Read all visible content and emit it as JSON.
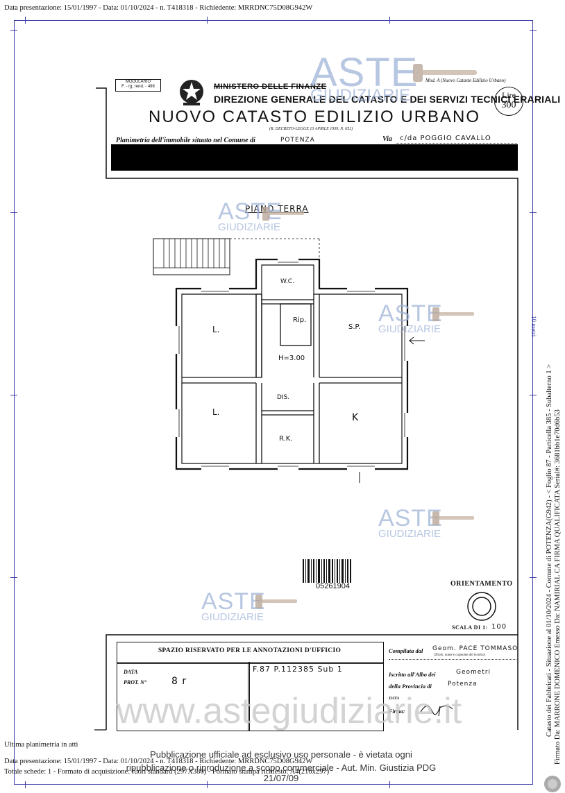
{
  "top_header": "Data presentazione: 15/01/1997 - Data: 01/10/2024 - n. T418318 - Richiedente: MRRDNC75D08G942W",
  "form": {
    "modulario": "MODULARIO",
    "modulario_sub": "F. - rg. rend. - 498",
    "mod_a": "Mod. A (Nuovo Catasto Edilizio Urbano)",
    "ministero": "MINISTERO DELLE FINANZE",
    "direzione": "DIREZIONE GENERALE DEL CATASTO E DEI SERVIZI TECNICI ERARIALI",
    "title": "NUOVO CATASTO EDILIZIO URBANO",
    "decreto": "(R. DECRETO-LEGGE 13 APRILE 1939, N. 652)",
    "lire_label": "Lire",
    "lire_value": "300",
    "planimetria_label": "Planimetria dell'immobile situato nel Comune di",
    "comune": "POTENZA",
    "via_label": "Via",
    "via_value": "c/da POGGIO CAVALLO"
  },
  "plan": {
    "floor_title": "PIANO TERRA",
    "rooms": {
      "wc": "W.C.",
      "rip": "Rip.",
      "l1": "L.",
      "sp": "S.P.",
      "height": "H=3.00",
      "dis": "DIS.",
      "l2": "L.",
      "k": "K",
      "rk": "R.K."
    },
    "barcode_number": "05261904",
    "orientamento": "ORIENTAMENTO",
    "scala_label": "SCALA DI 1:",
    "scala_value": "100"
  },
  "office": {
    "spazio": "SPAZIO RISERVATO PER LE ANNOTAZIONI D'UFFICIO",
    "data_label": "DATA",
    "prot_label": "PROT. N°",
    "prot_value": "8 r",
    "ref": "F.87 P.112385 Sub 1",
    "compilata_label": "Compilata dal",
    "compilata_value": "Geom. PACE TOMMASO",
    "compilata_sub": "(Titolo, nome e cognome del tecnico)",
    "iscritto_label": "Iscritto all'Albo dei",
    "iscritto_value": "Geometri",
    "provincia_label": "della Provincia di",
    "provincia_value": "Potenza",
    "data2_label": "DATA",
    "firma_label": "Firma:"
  },
  "watermarks": {
    "aste": "ASTE",
    "giudiziarie": "GIUDIZIARIE",
    "site": "www.astegiudiziarie.it"
  },
  "footer": {
    "ultima": "Ultima planimetria in atti",
    "data_line": "Data presentazione: 15/01/1997 - Data: 01/10/2024 - n. T418318 - Richiedente: MRRDNC75D08G942W",
    "totale": "Totale schede: 1 - Formato di acquisizione: fuori standard (297X386) - Formato stampa richiesto: A4(210x297)",
    "pubblicazione_1": "Pubblicazione ufficiale ad esclusivo uso personale - è vietata ogni",
    "pubblicazione_2": "ripubblicazione o riproduzione a scopo commerciale - Aut. Min. Giustizia PDG 21/07/09"
  },
  "side": {
    "meters": "10 metri",
    "catasto": "Catasto dei Fabbricati - Situazione al 01/10/2024 - Comune di POTENZA(G942) - < Foglio 87 - Particella 385 - Subalterno 1 >",
    "firmato": "Firmato Da: MARRONE DOMENICO Emesso Da: NAMIRIAL CA FIRMA QUALIFICATA Serial#: 3681bb1e70d6b53"
  }
}
